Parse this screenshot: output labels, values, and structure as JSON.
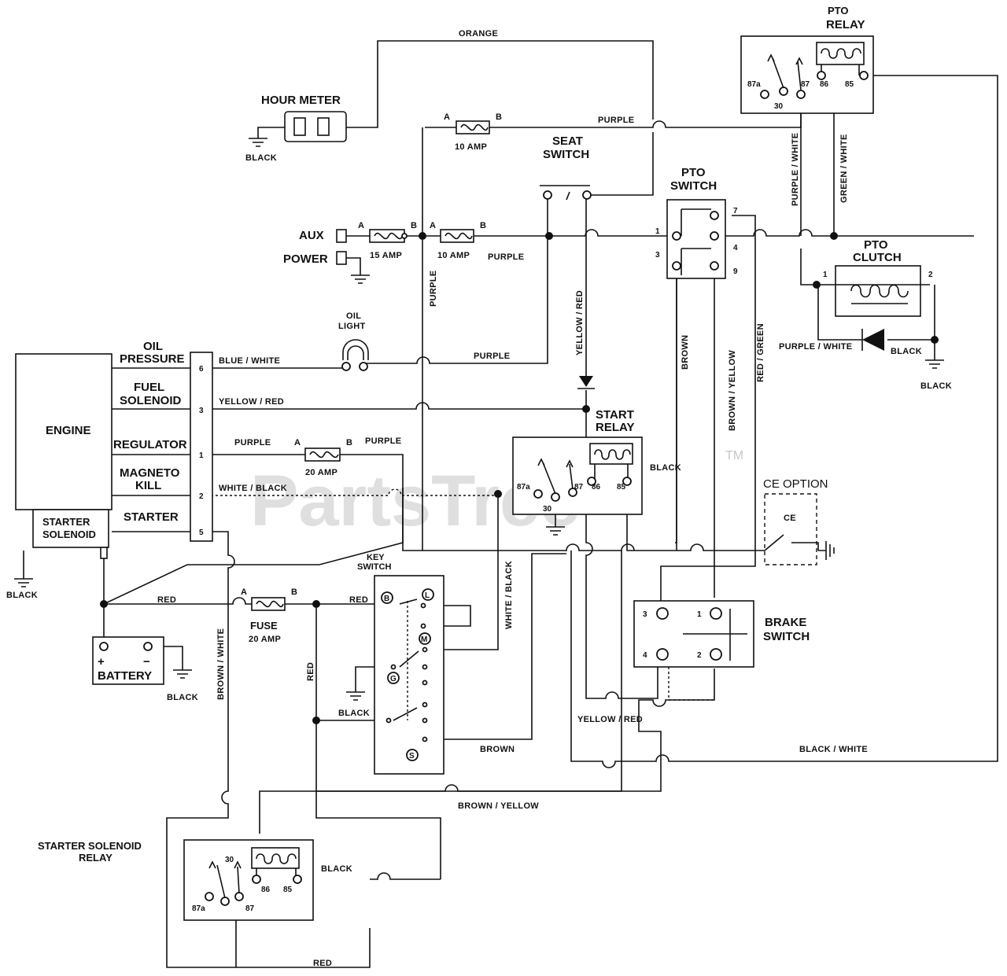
{
  "watermark": "PartsTree",
  "trademark": "TM",
  "components": {
    "engine": "ENGINE",
    "starter_solenoid": [
      "STARTER",
      "SOLENOID"
    ],
    "battery": "BATTERY",
    "battery_plus": "+",
    "battery_minus": "−",
    "hour_meter": "HOUR METER",
    "aux": "AUX",
    "power": "POWER",
    "oil_light": [
      "OIL",
      "LIGHT"
    ],
    "seat_switch": [
      "SEAT",
      "SWITCH"
    ],
    "pto_switch": [
      "PTO",
      "SWITCH"
    ],
    "pto_relay": [
      "PTO",
      "RELAY"
    ],
    "pto_clutch": [
      "PTO",
      "CLUTCH"
    ],
    "start_relay": [
      "START",
      "RELAY"
    ],
    "ce_option": "CE OPTION",
    "ce": "CE",
    "brake_switch": [
      "BRAKE",
      "SWITCH"
    ],
    "key_switch": [
      "KEY",
      "SWITCH"
    ],
    "fuse_main": [
      "FUSE",
      "20 AMP"
    ],
    "starter_solenoid_relay": [
      "STARTER SOLENOID",
      "RELAY"
    ]
  },
  "engine_terminals": [
    {
      "label": [
        "OIL",
        "PRESSURE"
      ],
      "pin": "6"
    },
    {
      "label": [
        "FUEL",
        "SOLENOID"
      ],
      "pin": "3"
    },
    {
      "label": [
        "REGULATOR"
      ],
      "pin": "1"
    },
    {
      "label": [
        "MAGNETO",
        "KILL"
      ],
      "pin": "2"
    },
    {
      "label": [
        "STARTER"
      ],
      "pin": "5"
    }
  ],
  "fuses": {
    "aux": {
      "a": "A",
      "b": "B",
      "rating": "15 AMP"
    },
    "main_10": {
      "a": "A",
      "b": "B",
      "rating": "10 AMP"
    },
    "top_10": {
      "a": "A",
      "b": "B",
      "rating": "10 AMP"
    },
    "reg_20": {
      "a": "A",
      "b": "B",
      "rating": "20 AMP"
    },
    "main_20": {
      "a": "A",
      "b": "B"
    }
  },
  "wire_labels": {
    "orange": "ORANGE",
    "purple_top": "PURPLE",
    "purple_main": "PURPLE",
    "purple_vertical": "PURPLE",
    "purple_oil": "PURPLE",
    "purple_reg_left": "PURPLE",
    "purple_reg_right": "PURPLE",
    "blue_white": "BLUE / WHITE",
    "yellow_red_fuel": "YELLOW / RED",
    "yellow_red_vertical": "YELLOW / RED",
    "yellow_red_bottom": "YELLOW / RED",
    "white_black_kill": "WHITE / BLACK",
    "white_black_vertical": "WHITE / BLACK",
    "black_start_relay": "BLACK",
    "black_hour_meter": "BLACK",
    "black_engine": "BLACK",
    "black_battery": "BLACK",
    "black_key": "BLACK",
    "black_clutch": "BLACK",
    "black_clutch_ground": "BLACK",
    "black_ssr": "BLACK",
    "red_battery": "RED",
    "red_fuse": "RED",
    "red_vertical": "RED",
    "red_bottom": "RED",
    "brown_white": "BROWN / WHITE",
    "brown_pto": "BROWN",
    "brown_key": "BROWN",
    "brown_yellow_vertical": "BROWN / YELLOW",
    "brown_yellow_bottom": "BROWN / YELLOW",
    "red_green": "RED / GREEN",
    "purple_white_relay": "PURPLE / WHITE",
    "green_white_relay": "GREEN / WHITE",
    "purple_white_clutch": "PURPLE / WHITE",
    "black_white": "BLACK / WHITE"
  },
  "pins": {
    "pto_switch": [
      "1",
      "3",
      "7",
      "4",
      "9"
    ],
    "pto_relay": [
      "87a",
      "30",
      "87",
      "86",
      "85"
    ],
    "pto_clutch": [
      "1",
      "2"
    ],
    "start_relay": [
      "87a",
      "30",
      "87",
      "86",
      "85"
    ],
    "brake_switch": [
      "3",
      "1",
      "4",
      "2"
    ],
    "key_switch": [
      "L",
      "B",
      "M",
      "G",
      "S"
    ],
    "ssr": [
      "87a",
      "30",
      "87",
      "86",
      "85"
    ]
  }
}
